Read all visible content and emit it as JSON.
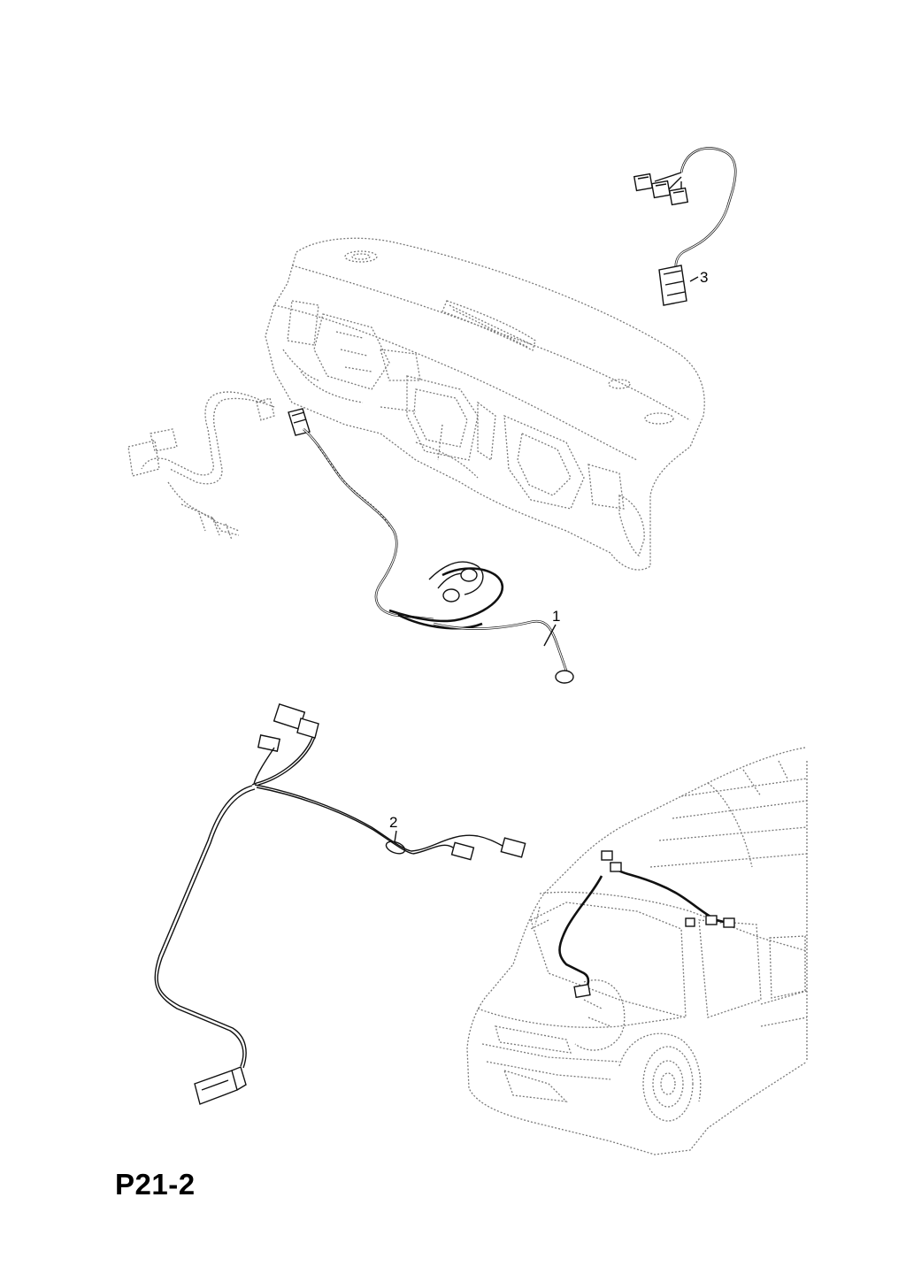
{
  "diagram": {
    "callouts": [
      {
        "id": "1",
        "label": "1"
      },
      {
        "id": "2",
        "label": "2"
      },
      {
        "id": "3",
        "label": "3"
      }
    ],
    "page_code": "P21-2"
  }
}
